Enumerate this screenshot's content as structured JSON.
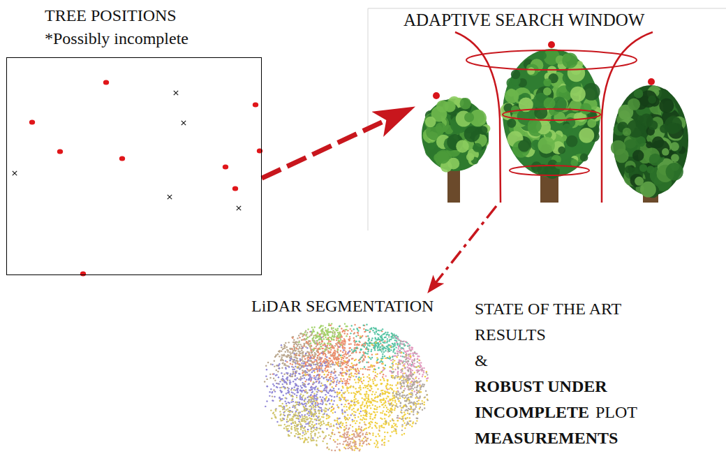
{
  "diagram": {
    "nodes": [
      {
        "text": [
          "TREE POSITIONS",
          "*Possibly incomplete"
        ]
      },
      {
        "text": [
          "ADAPTIVE SEARCH WINDOW"
        ]
      },
      {
        "text": [
          "LiDAR SEGMENTATION"
        ]
      }
    ],
    "edges": [
      {
        "from": 0,
        "to": 1,
        "arrow": "to"
      },
      {
        "from": 1,
        "to": 2,
        "arrow": "to"
      }
    ],
    "labels": [
      "STATE OF THE ART RESULTS",
      "&",
      "ROBUST UNDER",
      "INCOMPLETE",
      "PLOT",
      "MEASUREMENTS"
    ]
  }
}
